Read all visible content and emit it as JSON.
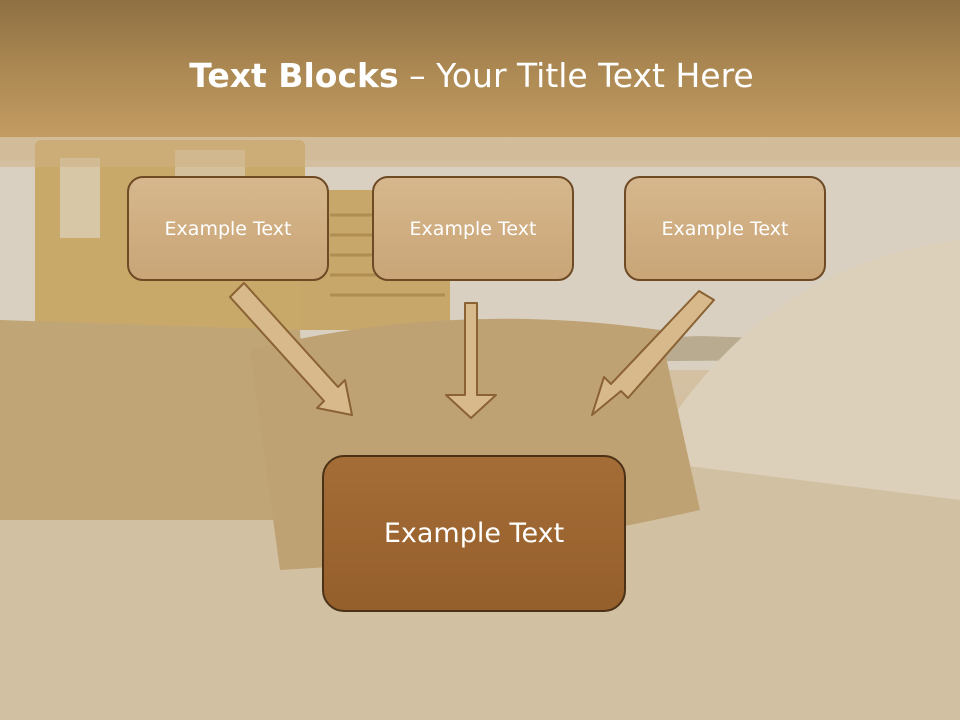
{
  "slide": {
    "title_bold": "Text Blocks",
    "title_dash": " – ",
    "title_rest": "Your Title Text Here"
  },
  "boxes": {
    "box1": "Example Text",
    "box2": "Example Text",
    "box3": "Example Text",
    "main": "Example Text"
  },
  "colors": {
    "title_band": "#a98651",
    "box_fill": "#d0ae80",
    "box_border": "#6e4a25",
    "main_box_fill": "#9c6530",
    "arrow_fill": "#d8b98c",
    "arrow_stroke": "#8a6234"
  },
  "icons": {
    "arrows": [
      "arrow-down-right-icon",
      "arrow-down-icon",
      "arrow-down-left-icon"
    ]
  }
}
